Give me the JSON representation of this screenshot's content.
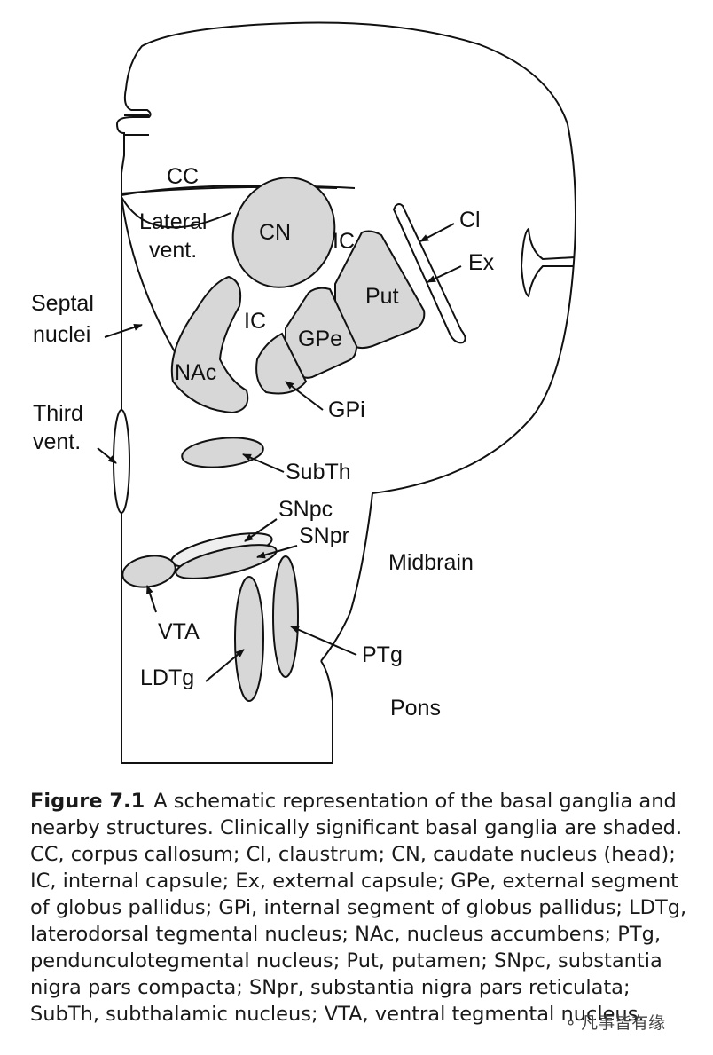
{
  "labels": {
    "cc": "CC",
    "lateral_vent_1": "Lateral",
    "lateral_vent_2": "vent.",
    "cn": "CN",
    "ic_upper": "IC",
    "ic_lower": "IC",
    "cl": "Cl",
    "ex": "Ex",
    "put": "Put",
    "gpe": "GPe",
    "gpi": "GPi",
    "nac": "NAc",
    "septal_1": "Septal",
    "septal_2": "nuclei",
    "third_vent_1": "Third",
    "third_vent_2": "vent.",
    "subth": "SubTh",
    "snpc": "SNpc",
    "snpr": "SNpr",
    "midbrain": "Midbrain",
    "vta": "VTA",
    "ldtg": "LDTg",
    "ptg": "PTg",
    "pons": "Pons"
  },
  "caption": {
    "label": "Figure 7.1",
    "text": "A schematic representation of the basal ganglia and nearby structures. Clinically significant basal ganglia are shaded. CC, corpus callosum; Cl, claustrum; CN, caudate nucleus (head); IC, internal capsule; Ex, external capsule; GPe, external segment of globus pallidus; GPi, internal segment of globus pallidus; LDTg, laterodorsal tegmental nucleus; NAc, nucleus accumbens; PTg, pendunculotegmental nucleus; Put, putamen; SNpc, substantia nigra pars compacta; SNpr, substantia nigra pars reticulata; SubTh, subthalamic nucleus; VTA, ventral tegmental nucleus."
  },
  "watermark": {
    "icon": "wechat-icon",
    "text": "凡事皆有缘"
  },
  "colors": {
    "shaded": "#d7d7d7",
    "light_shaded": "#efefef",
    "line": "#111111"
  }
}
